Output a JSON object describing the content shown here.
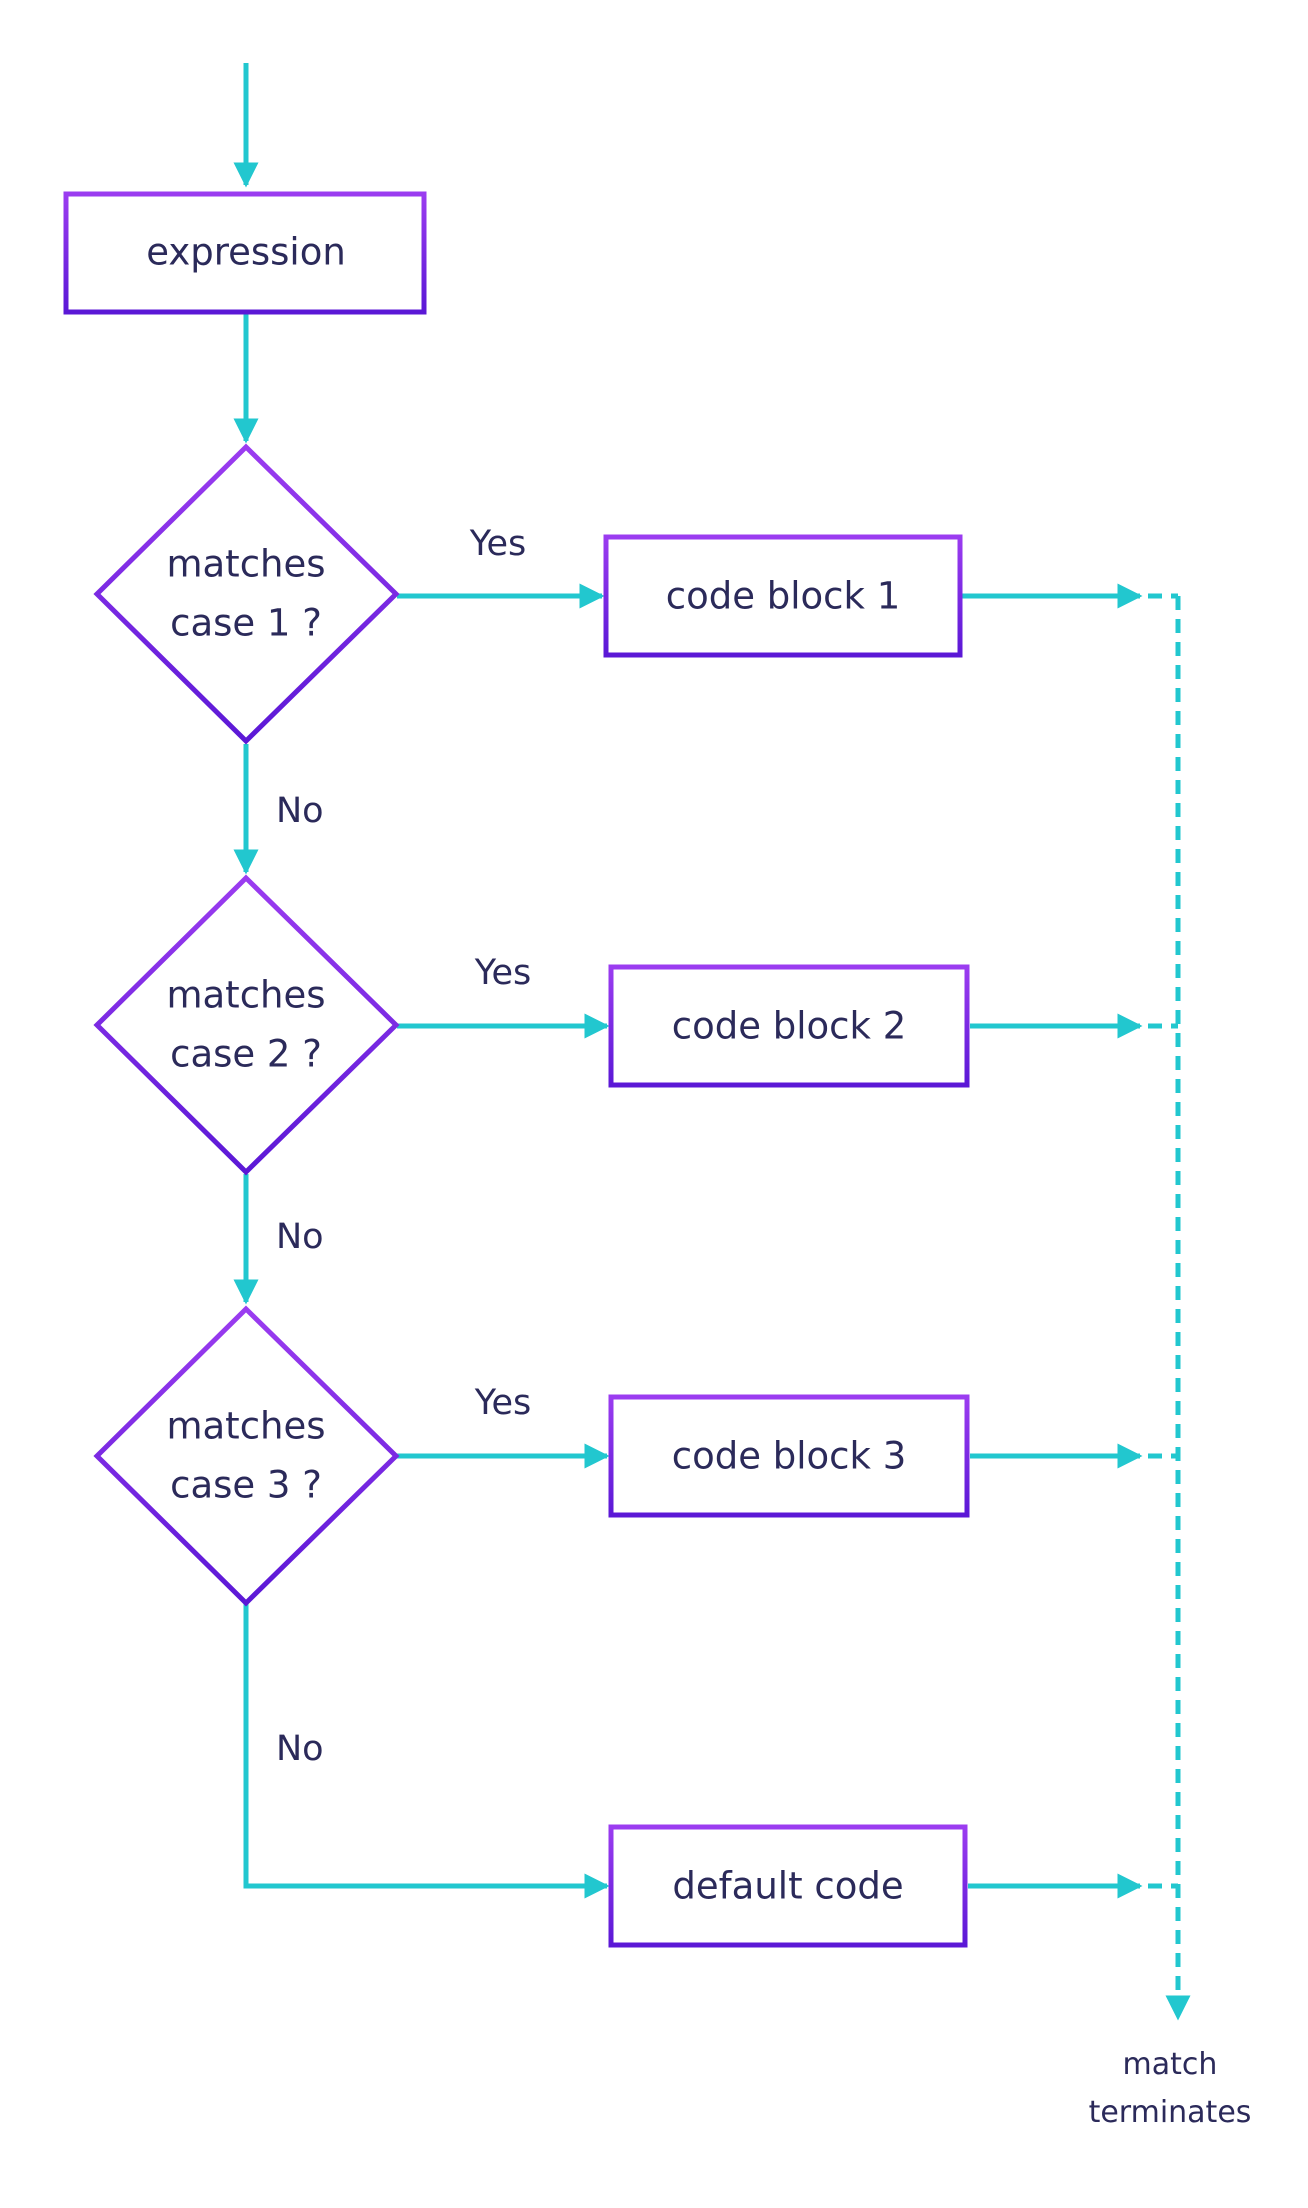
{
  "colors": {
    "connector": "#22c7cf",
    "node_outline_top": "#9b3cf0",
    "node_outline_bottom": "#5b18d6",
    "text": "#2b2a5a",
    "background": "#ffffff"
  },
  "nodes": {
    "expression": "expression",
    "decision1": {
      "line1": "matches",
      "line2": "case 1 ?"
    },
    "decision2": {
      "line1": "matches",
      "line2": "case 2 ?"
    },
    "decision3": {
      "line1": "matches",
      "line2": "case 3 ?"
    },
    "block1": "code block 1",
    "block2": "code block 2",
    "block3": "code block 3",
    "default": "default code",
    "terminal": {
      "line1": "match",
      "line2": "terminates"
    }
  },
  "edge_labels": {
    "yes1": "Yes",
    "yes2": "Yes",
    "yes3": "Yes",
    "no1": "No",
    "no2": "No",
    "no3": "No"
  }
}
